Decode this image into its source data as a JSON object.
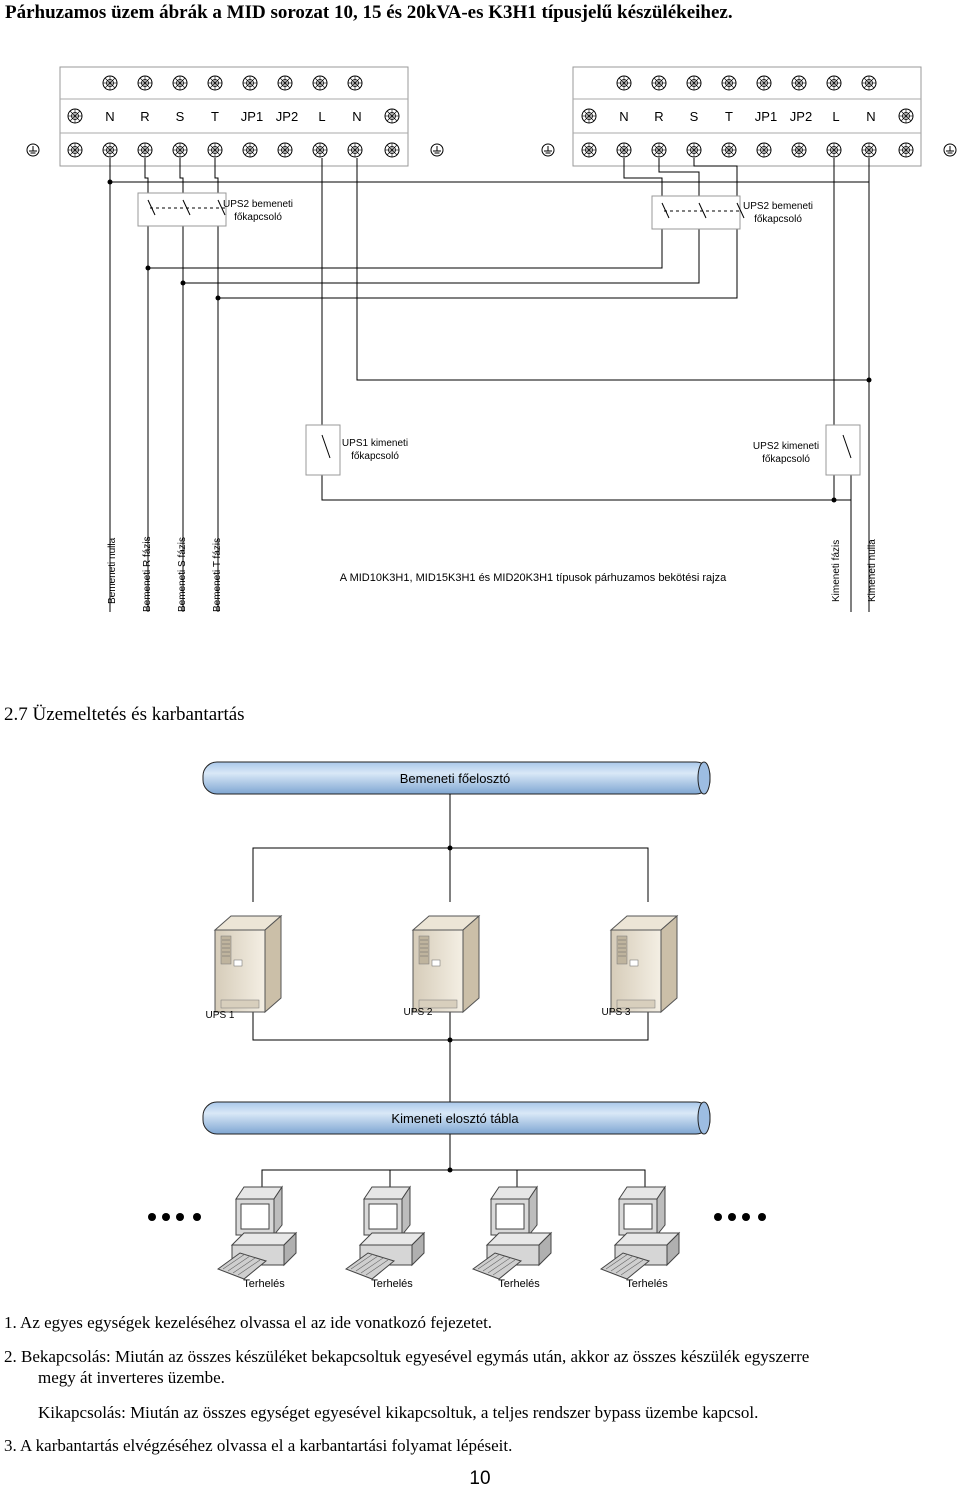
{
  "title": "Párhuzamos üzem ábrák a MID sorozat 10, 15 és 20kVA-es K3H1 típusjelű készülékeihez.",
  "wiring": {
    "terminal_labels": [
      "N",
      "R",
      "S",
      "T",
      "JP1",
      "JP2",
      "L",
      "N"
    ],
    "switch_ups2_input_left": [
      "UPS2 bemeneti",
      "főkapcsoló"
    ],
    "switch_ups2_input_right": [
      "UPS2 bemeneti",
      "főkapcsoló"
    ],
    "switch_ups1_output": [
      "UPS1 kimeneti",
      "főkapcsoló"
    ],
    "switch_ups2_output": [
      "UPS2 kimeneti",
      "főkapcsoló"
    ],
    "vertical_labels": [
      "Bemeneti nulla",
      "Bemeneti R fázis",
      "Bemeneti S fázis",
      "Bemeneti T fázis",
      "Kimeneti fázis",
      "Kimeneti nulla"
    ],
    "caption": "A MID10K3H1, MID15K3H1 és MID20K3H1 típusok párhuzamos bekötési rajza"
  },
  "section_heading": "2.7 Üzemeltetés és karbantartás",
  "topology": {
    "input_bus": "Bemeneti főelosztó",
    "ups_labels": [
      "UPS 1",
      "UPS 2",
      "UPS 3"
    ],
    "output_bus": "Kimeneti elosztó tábla",
    "load_labels": [
      "Terhelés",
      "Terhelés",
      "Terhelés",
      "Terhelés"
    ]
  },
  "paragraphs": {
    "p1": "1. Az egyes egységek kezeléséhez olvassa el az ide vonatkozó fejezetet.",
    "p2_line1": "2. Bekapcsolás: Miután az összes készüléket bekapcsoltuk egyesével egymás után, akkor az összes készülék egyszerre",
    "p2_line2": "megy át inverteres üzembe.",
    "p3": "Kikapcsolás: Miután az összes egységet egyesével kikapcsoltuk, a teljes rendszer bypass üzembe kapcsol.",
    "p4": "3. A karbantartás elvégzéséhez olvassa el a karbantartási folyamat lépéseit."
  },
  "page_number": "10"
}
